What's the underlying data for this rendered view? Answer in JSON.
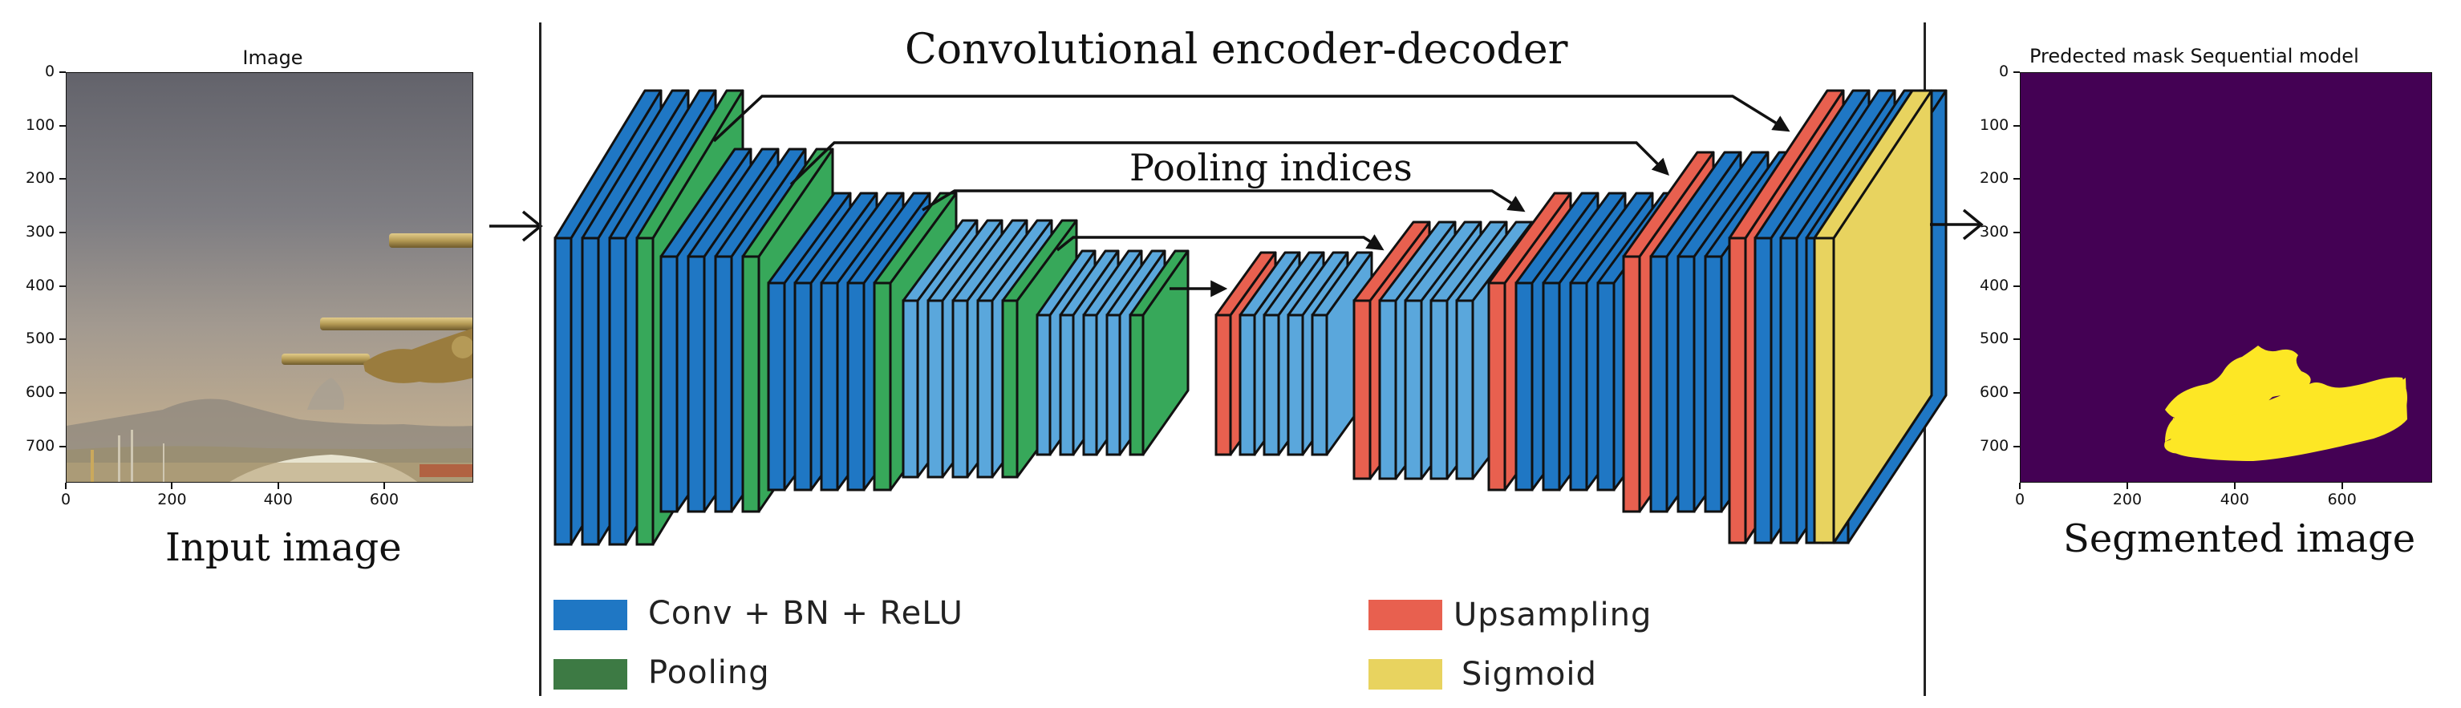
{
  "input_panel": {
    "title": "Image",
    "caption": "Input image",
    "x_ticks": [
      "0",
      "200",
      "400",
      "600"
    ],
    "y_ticks": [
      "0",
      "100",
      "200",
      "300",
      "400",
      "500",
      "600",
      "700"
    ]
  },
  "network": {
    "title": "Convolutional encoder-decoder",
    "pooling_label": "Pooling indices"
  },
  "output_panel": {
    "title": "Predected mask Sequential model",
    "caption": "Segmented image",
    "x_ticks": [
      "0",
      "200",
      "400",
      "600"
    ],
    "y_ticks": [
      "0",
      "100",
      "200",
      "300",
      "400",
      "500",
      "600",
      "700"
    ]
  },
  "legend": [
    {
      "label": "Conv + BN + ReLU",
      "color": "#1f77c4"
    },
    {
      "label": "Pooling",
      "color": "#3d7a44"
    },
    {
      "label": "Upsampling",
      "color": "#e8604f"
    },
    {
      "label": "Sigmoid",
      "color": "#e8d35f"
    }
  ],
  "colors": {
    "conv": "#1f77c4",
    "conv_light": "#5aa7dc",
    "pool_block": "#37a85a",
    "upsample": "#e8604f",
    "sigmoid": "#e8d35f",
    "mask_bg": "#440154",
    "mask_fg": "#fde725",
    "outline": "#111111"
  },
  "icons": [
    "arrow-right-icon",
    "arrow-right-icon"
  ]
}
